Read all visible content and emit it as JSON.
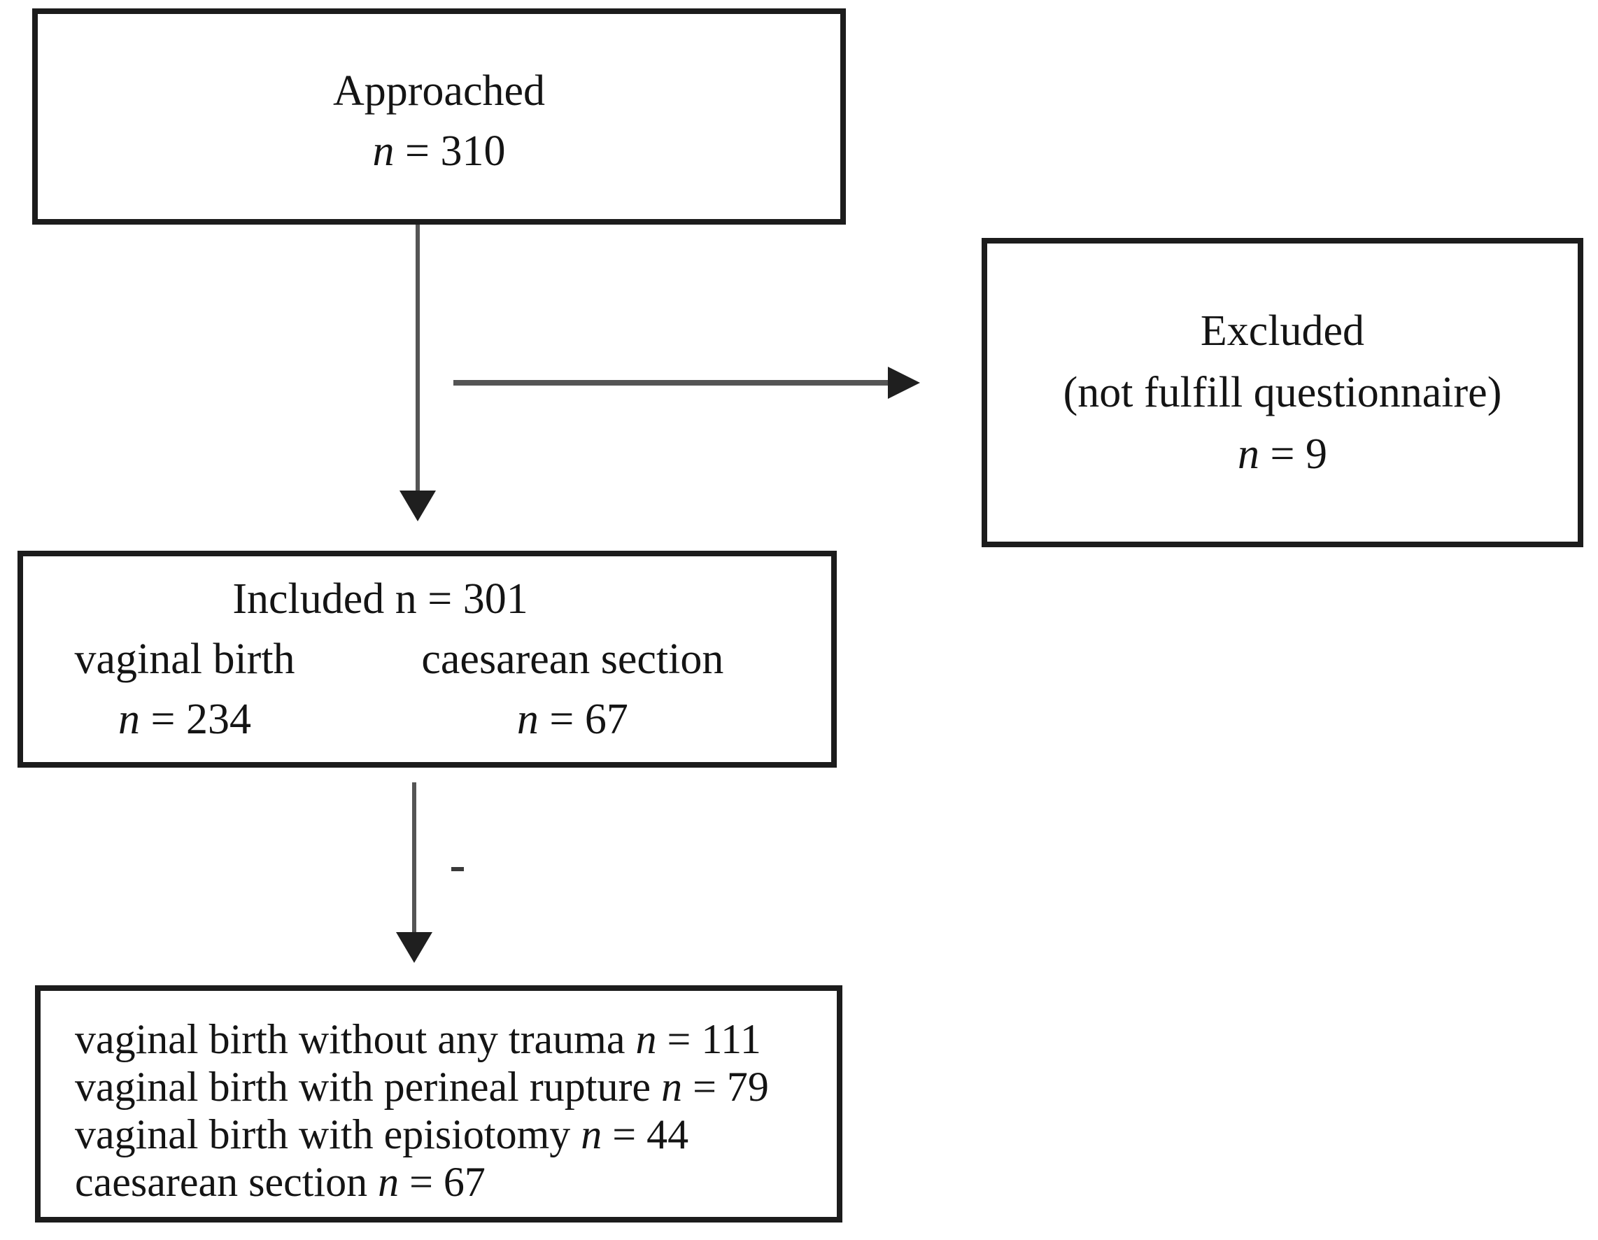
{
  "nodes": {
    "approached": {
      "line1": "Approached",
      "n_italic": "n",
      "n_rest": " = 310"
    },
    "excluded": {
      "line1": "Excluded",
      "line2": "(not fulfill questionnaire)",
      "n_italic": "n",
      "n_rest": " = 9"
    },
    "included": {
      "title": "Included n = 301",
      "col1_label": "vaginal birth",
      "col2_label": "caesarean section",
      "col1_n_italic": "n",
      "col1_n_rest": " = 234",
      "col2_n_italic": "n",
      "col2_n_rest": " = 67"
    },
    "outcomes": {
      "lines": [
        {
          "pre": "vaginal birth without any trauma ",
          "n": "n",
          "rest": " = 111"
        },
        {
          "pre": "vaginal birth with perineal rupture ",
          "n": "n",
          "rest": " = 79"
        },
        {
          "pre": "vaginal birth with episiotomy ",
          "n": "n",
          "rest": " = 44"
        },
        {
          "pre": "caesarean section ",
          "n": "n",
          "rest": " = 67"
        }
      ]
    }
  },
  "colors": {
    "border": "#1c1c1c",
    "text": "#141414",
    "line": "#555555",
    "arrowhead": "#1f1f1f",
    "background": "#ffffff"
  }
}
